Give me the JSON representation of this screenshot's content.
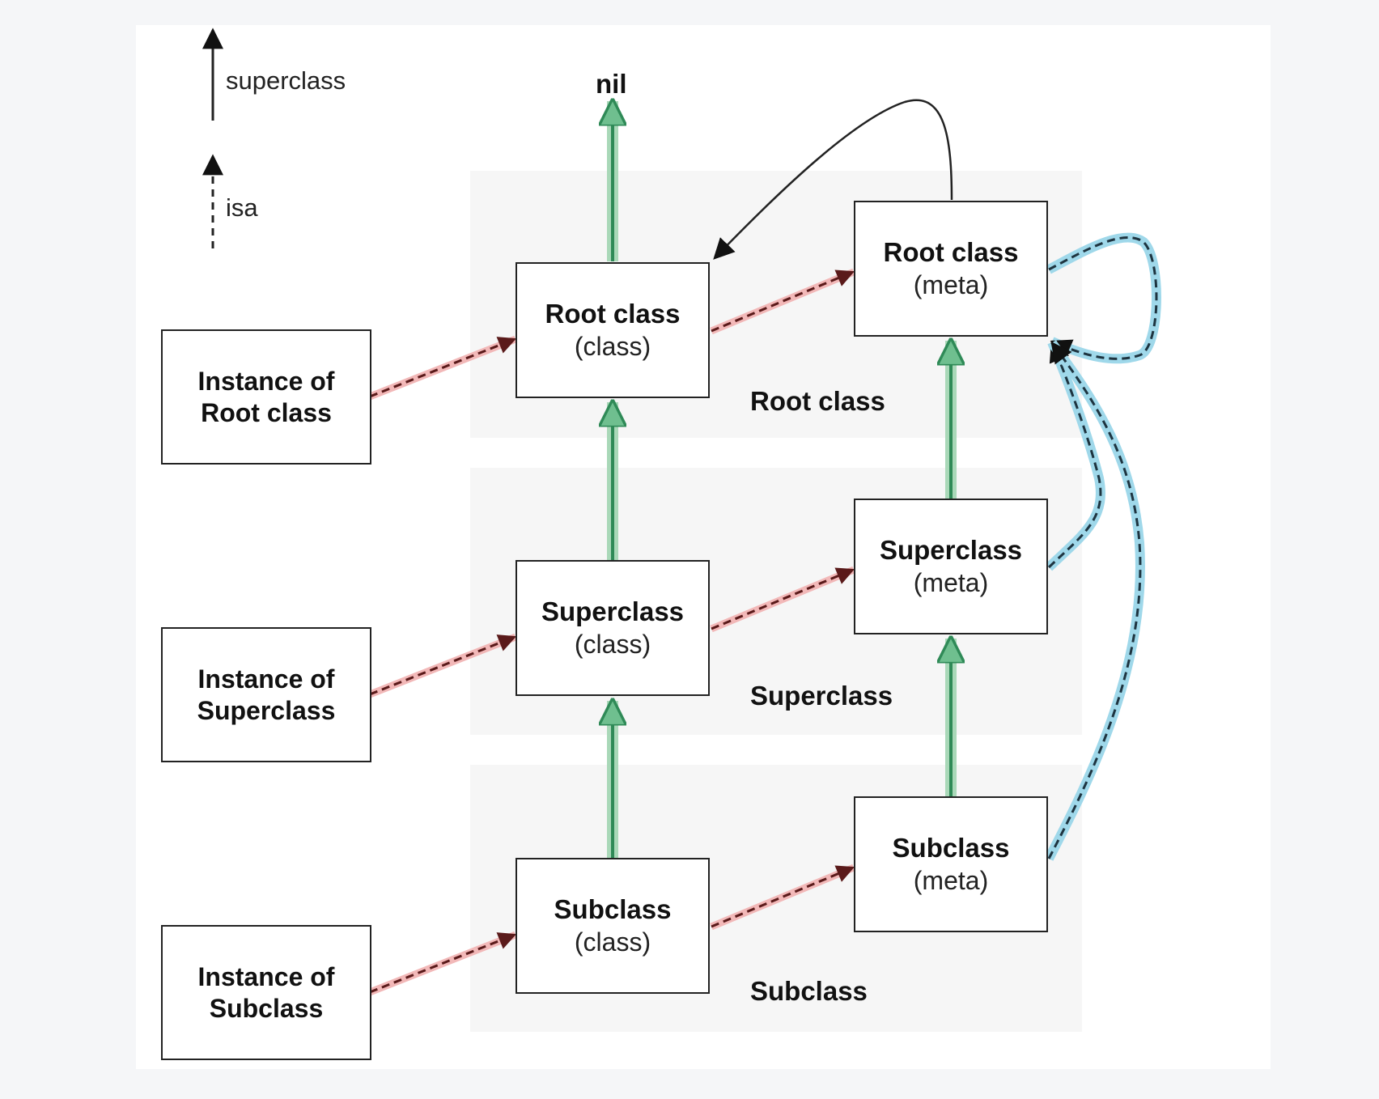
{
  "legend": {
    "superclass_label": "superclass",
    "isa_label": "isa"
  },
  "nil_label": "nil",
  "bands": {
    "root": "Root class",
    "super": "Superclass",
    "sub": "Subclass"
  },
  "instances": {
    "root": {
      "line1": "Instance of",
      "line2": "Root class"
    },
    "super": {
      "line1": "Instance of",
      "line2": "Superclass"
    },
    "sub": {
      "line1": "Instance of",
      "line2": "Subclass"
    }
  },
  "classes": {
    "root": {
      "title": "Root class",
      "kind": "(class)"
    },
    "super": {
      "title": "Superclass",
      "kind": "(class)"
    },
    "sub": {
      "title": "Subclass",
      "kind": "(class)"
    }
  },
  "metas": {
    "root": {
      "title": "Root class",
      "kind": "(meta)"
    },
    "super": {
      "title": "Superclass",
      "kind": "(meta)"
    },
    "sub": {
      "title": "Subclass",
      "kind": "(meta)"
    }
  },
  "colors": {
    "superclass_arrow": "#2f8a57",
    "superclass_glow": "#a9d8b8",
    "isa_arrow": "#5a1a1a",
    "isa_glow": "#f2b8b8",
    "meta_isa_glow": "#9fd8ea",
    "black": "#222222"
  }
}
